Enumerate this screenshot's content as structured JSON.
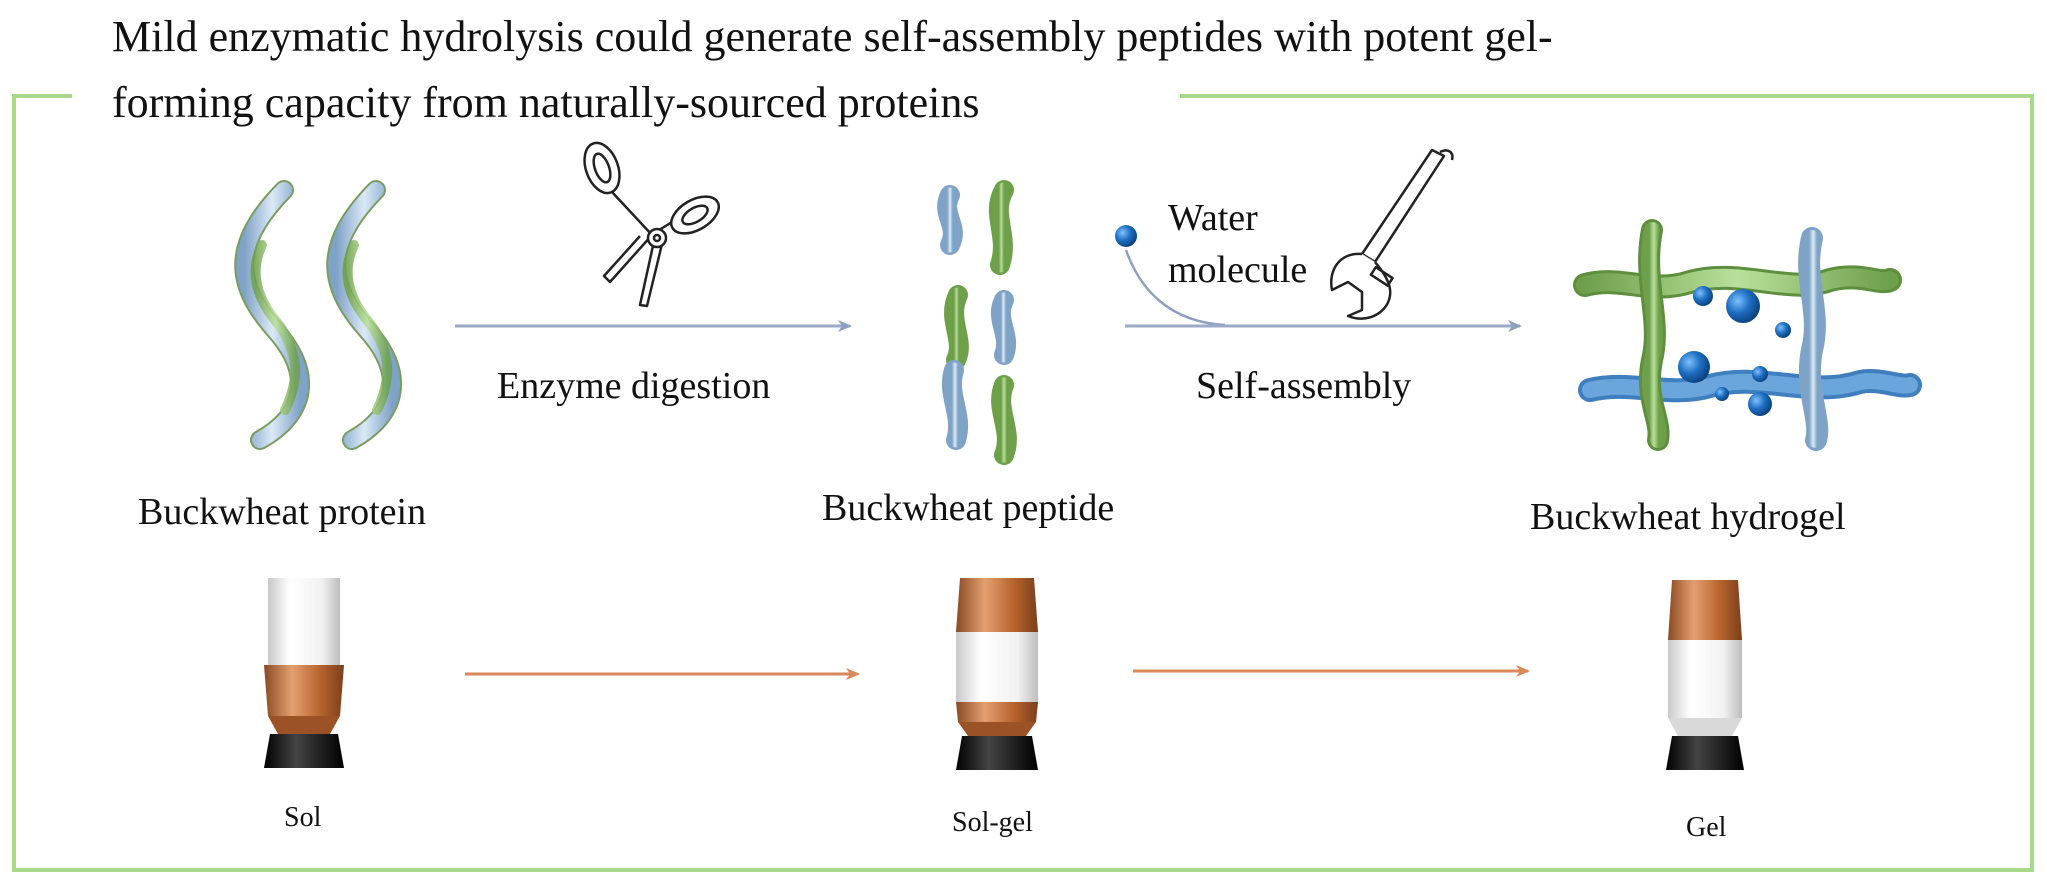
{
  "title_line1": "Mild enzymatic hydrolysis could generate self-assembly peptides with potent gel-",
  "title_line2": "forming capacity from naturally-sourced proteins",
  "colors": {
    "frame": "#a9d98a",
    "protein_green": "#8fbf6e",
    "protein_blue": "#a9c8e3",
    "arrow_blue": "#9aa9c8",
    "arrow_orange": "#d98a5a",
    "water": "#1e6fc2",
    "copper": "#b8642e",
    "cap": "#1a1a1a"
  },
  "stages": {
    "protein": "Buckwheat protein",
    "peptide": "Buckwheat peptide",
    "hydrogel": "Buckwheat hydrogel"
  },
  "steps": {
    "enzyme": "Enzyme digestion",
    "assembly": "Self-assembly"
  },
  "water": {
    "line1": "Water",
    "line2": "molecule"
  },
  "vials": {
    "sol": "Sol",
    "solgel": "Sol-gel",
    "gel": "Gel"
  },
  "icons": [
    "scissors-icon",
    "wrench-icon",
    "water-droplet-icon",
    "vial-icon"
  ]
}
